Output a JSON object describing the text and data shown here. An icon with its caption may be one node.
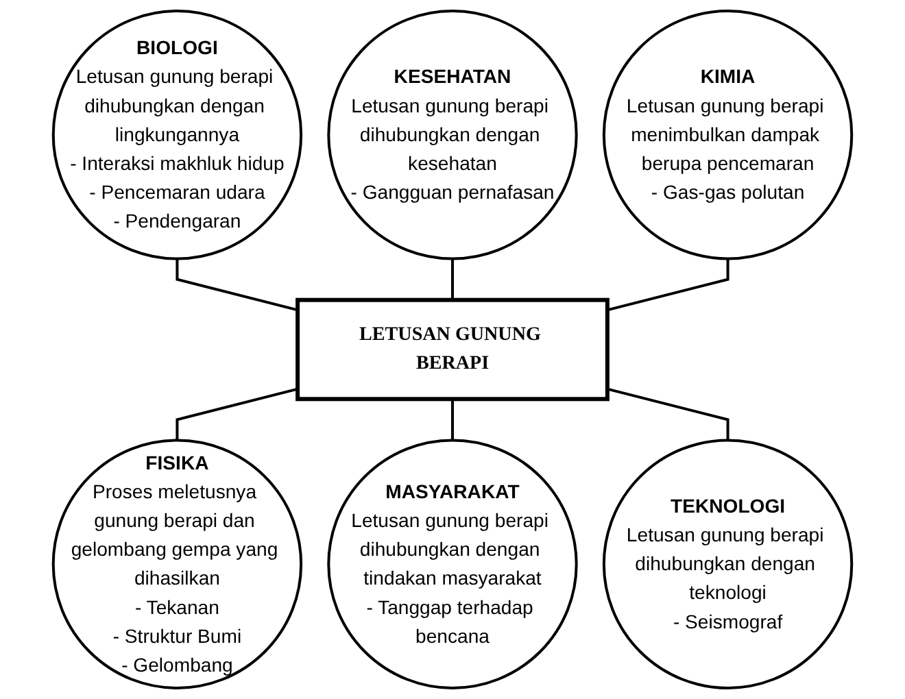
{
  "diagram": {
    "nodes": [
      {
        "text": [
          "KESEHATAN",
          "Letusan gunung berapi dihubungkan dengan kesehatan",
          "- Gangguan pernafasan"
        ]
      },
      {
        "text": [
          "BIOLOGI",
          "Letusan gunung berapi dihubungkan dengan lingkungannya",
          "- Interaksi makhluk hidup",
          "- Pencemaran udara",
          "- Pendengaran"
        ]
      },
      {
        "text": [
          "KIMIA",
          "Letusan gunung berapi menimbulkan dampak berupa pencemaran",
          "- Gas-gas polutan"
        ]
      },
      {
        "text": [
          "LETUSAN GUNUNG BERAPI"
        ]
      },
      {
        "text": [
          "FISIKA",
          "Proses meletusnya gunung berapi dan gelombang gempa yang dihasilkan",
          "- Tekanan",
          "- Struktur Bumi",
          "- Gelombang"
        ]
      },
      {
        "text": [
          "TEKNOLOGI",
          "Letusan gunung berapi dihubungkan dengan teknologi",
          "- Seismograf"
        ]
      },
      {
        "text": [
          "MASYARAKAT",
          "Letusan gunung berapi dihubungkan dengan tindakan masyarakat",
          "- Tanggap terhadap bencana"
        ]
      }
    ],
    "edges": [
      {
        "from": 1,
        "to": 3,
        "arrow": "none"
      },
      {
        "from": 0,
        "to": 3,
        "arrow": "none"
      },
      {
        "from": 2,
        "to": 3,
        "arrow": "none"
      },
      {
        "from": 3,
        "to": 4,
        "arrow": "none"
      },
      {
        "from": 3,
        "to": 6,
        "arrow": "none"
      },
      {
        "from": 3,
        "to": 5,
        "arrow": "none"
      }
    ]
  }
}
